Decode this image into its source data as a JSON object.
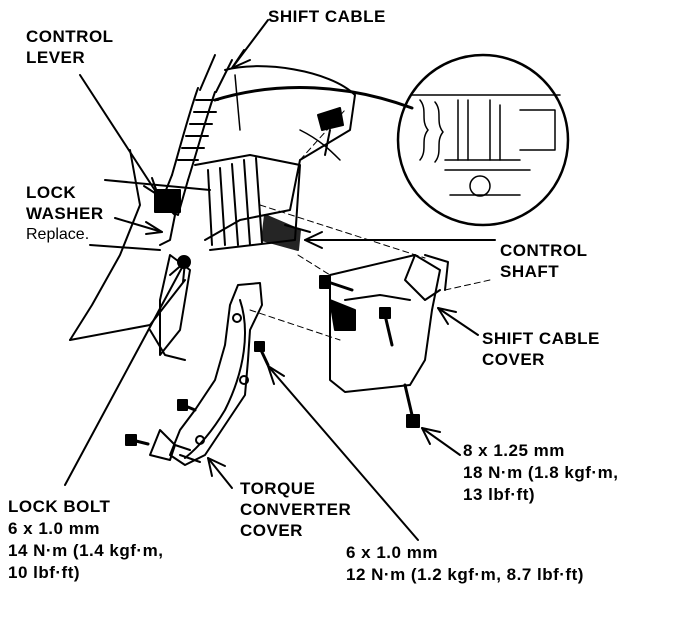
{
  "labels": {
    "shift_cable": "SHIFT CABLE",
    "control_lever": [
      "CONTROL",
      "LEVER"
    ],
    "lock_washer": [
      "LOCK",
      "WASHER"
    ],
    "lock_washer_note": "Replace.",
    "control_shaft": [
      "CONTROL",
      "SHAFT"
    ],
    "shift_cable_cover": [
      "SHIFT CABLE",
      "COVER"
    ],
    "torque_converter_cover": [
      "TORQUE",
      "CONVERTER",
      "COVER"
    ]
  },
  "specs": {
    "cover_bolt": [
      "8 x 1.25 mm",
      "18 N·m (1.8 kgf·m,",
      "13 lbf·ft)"
    ],
    "lock_bolt_title": "LOCK BOLT",
    "lock_bolt": [
      "6 x 1.0 mm",
      "14 N·m (1.4 kgf·m,",
      "10 lbf·ft)"
    ],
    "converter_bolt": [
      "6 x 1.0 mm",
      "12 N·m (1.2 kgf·m, 8.7 lbf·ft)"
    ]
  }
}
